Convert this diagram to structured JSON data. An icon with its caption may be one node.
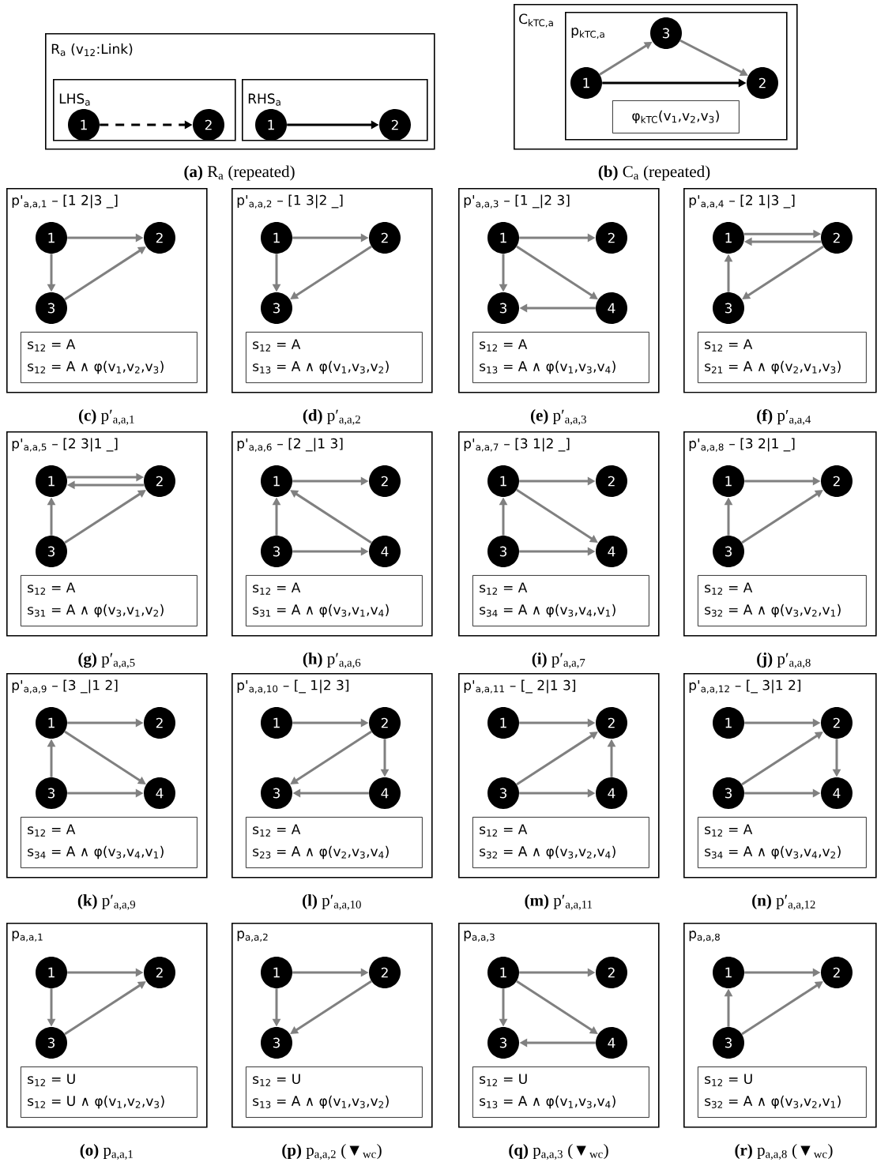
{
  "diagram": {
    "nodes": [
      {
        "text": [
          "R$_{a}$ (v$_{12}$:Link)"
        ],
        "beside": [
          "**(a)** R$_{a}$ (repeated)"
        ]
      },
      {
        "text": [
          "LHS$_{a}$"
        ],
        "in": 0
      },
      {
        "text": [
          "1"
        ],
        "in": 1
      },
      {
        "text": [
          "2"
        ],
        "in": 1
      },
      {
        "text": [
          "RHS$_{a}$"
        ],
        "in": 0
      },
      {
        "text": [
          "1"
        ],
        "in": 4
      },
      {
        "text": [
          "2"
        ],
        "in": 4
      },
      {
        "text": [
          "C$_{kTC,a}$"
        ],
        "beside": [
          "**(b)** C$_{a}$ (repeated)"
        ]
      },
      {
        "text": [
          "p$_{kTC,a}$"
        ],
        "in": 7
      },
      {
        "text": [
          "3"
        ],
        "in": 8
      },
      {
        "text": [
          "1"
        ],
        "in": 8
      },
      {
        "text": [
          "2"
        ],
        "in": 8
      },
      {
        "text": [
          "φ$_{kTC}$(v$_{1}$,v$_{2}$,v$_{3}$)"
        ],
        "in": 8
      },
      {
        "text": [
          "p'$_{a,a,1}$ – [1 2|3 _]"
        ],
        "beside": [
          "**(c)** p′$_{a,a,1}$"
        ]
      },
      {
        "text": [
          "1"
        ],
        "in": 13
      },
      {
        "text": [
          "2"
        ],
        "in": 13
      },
      {
        "text": [
          "3"
        ],
        "in": 13
      },
      {
        "text": [
          "s$_{12}$ = A",
          "s$_{12}$ = A ∧ φ(v$_{1}$,v$_{2}$,v$_{3}$)"
        ],
        "in": 13
      },
      {
        "text": [
          "p'$_{a,a,2}$ – [1 3|2 _]"
        ],
        "beside": [
          "**(d)** p′$_{a,a,2}$"
        ]
      },
      {
        "text": [
          "1"
        ],
        "in": 18
      },
      {
        "text": [
          "2"
        ],
        "in": 18
      },
      {
        "text": [
          "3"
        ],
        "in": 18
      },
      {
        "text": [
          "s$_{12}$ = A",
          "s$_{13}$ = A ∧ φ(v$_{1}$,v$_{3}$,v$_{2}$)"
        ],
        "in": 18
      },
      {
        "text": [
          "p'$_{a,a,3}$ – [1 _|2 3]"
        ],
        "beside": [
          "**(e)** p′$_{a,a,3}$"
        ]
      },
      {
        "text": [
          "1"
        ],
        "in": 23
      },
      {
        "text": [
          "2"
        ],
        "in": 23
      },
      {
        "text": [
          "3"
        ],
        "in": 23
      },
      {
        "text": [
          "4"
        ],
        "in": 23
      },
      {
        "text": [
          "s$_{12}$ = A",
          "s$_{13}$ = A ∧ φ(v$_{1}$,v$_{3}$,v$_{4}$)"
        ],
        "in": 23
      },
      {
        "text": [
          "p'$_{a,a,4}$ – [2 1|3 _]"
        ],
        "beside": [
          "**(f)** p′$_{a,a,4}$"
        ]
      },
      {
        "text": [
          "1"
        ],
        "in": 29
      },
      {
        "text": [
          "2"
        ],
        "in": 29
      },
      {
        "text": [
          "3"
        ],
        "in": 29
      },
      {
        "text": [
          "s$_{12}$ = A",
          "s$_{21}$ = A ∧ φ(v$_{2}$,v$_{1}$,v$_{3}$)"
        ],
        "in": 29
      },
      {
        "text": [
          "p'$_{a,a,5}$ – [2 3|1 _]"
        ],
        "beside": [
          "**(g)** p′$_{a,a,5}$"
        ]
      },
      {
        "text": [
          "1"
        ],
        "in": 34
      },
      {
        "text": [
          "2"
        ],
        "in": 34
      },
      {
        "text": [
          "3"
        ],
        "in": 34
      },
      {
        "text": [
          "s$_{12}$ = A",
          "s$_{31}$ = A ∧ φ(v$_{3}$,v$_{1}$,v$_{2}$)"
        ],
        "in": 34
      },
      {
        "text": [
          "p'$_{a,a,6}$ – [2 _|1 3]"
        ],
        "beside": [
          "**(h)** p′$_{a,a,6}$"
        ]
      },
      {
        "text": [
          "1"
        ],
        "in": 39
      },
      {
        "text": [
          "2"
        ],
        "in": 39
      },
      {
        "text": [
          "3"
        ],
        "in": 39
      },
      {
        "text": [
          "4"
        ],
        "in": 39
      },
      {
        "text": [
          "s$_{12}$ = A",
          "s$_{31}$ = A ∧ φ(v$_{3}$,v$_{1}$,v$_{4}$)"
        ],
        "in": 39
      },
      {
        "text": [
          "p'$_{a,a,7}$ – [3 1|2 _]"
        ],
        "beside": [
          "**(i)** p′$_{a,a,7}$"
        ]
      },
      {
        "text": [
          "1"
        ],
        "in": 45
      },
      {
        "text": [
          "2"
        ],
        "in": 45
      },
      {
        "text": [
          "3"
        ],
        "in": 45
      },
      {
        "text": [
          "4"
        ],
        "in": 45
      },
      {
        "text": [
          "s$_{12}$ = A",
          "s$_{34}$ = A ∧ φ(v$_{3}$,v$_{4}$,v$_{1}$)"
        ],
        "in": 45
      },
      {
        "text": [
          "p'$_{a,a,8}$ – [3 2|1 _]"
        ],
        "beside": [
          "**(j)** p′$_{a,a,8}$"
        ]
      },
      {
        "text": [
          "1"
        ],
        "in": 51
      },
      {
        "text": [
          "2"
        ],
        "in": 51
      },
      {
        "text": [
          "3"
        ],
        "in": 51
      },
      {
        "text": [
          "s$_{12}$ = A",
          "s$_{32}$ = A ∧ φ(v$_{3}$,v$_{2}$,v$_{1}$)"
        ],
        "in": 51
      },
      {
        "text": [
          "p'$_{a,a,9}$ – [3 _|1 2]"
        ],
        "beside": [
          "**(k)** p′$_{a,a,9}$"
        ]
      },
      {
        "text": [
          "1"
        ],
        "in": 56
      },
      {
        "text": [
          "2"
        ],
        "in": 56
      },
      {
        "text": [
          "3"
        ],
        "in": 56
      },
      {
        "text": [
          "4"
        ],
        "in": 56
      },
      {
        "text": [
          "s$_{12}$ = A",
          "s$_{34}$ = A ∧ φ(v$_{3}$,v$_{4}$,v$_{1}$)"
        ],
        "in": 56
      },
      {
        "text": [
          "p'$_{a,a,10}$ – [_ 1|2 3]"
        ],
        "beside": [
          "**(l)** p′$_{a,a,10}$"
        ]
      },
      {
        "text": [
          "1"
        ],
        "in": 62
      },
      {
        "text": [
          "2"
        ],
        "in": 62
      },
      {
        "text": [
          "3"
        ],
        "in": 62
      },
      {
        "text": [
          "4"
        ],
        "in": 62
      },
      {
        "text": [
          "s$_{12}$ = A",
          "s$_{23}$ = A ∧ φ(v$_{2}$,v$_{3}$,v$_{4}$)"
        ],
        "in": 62
      },
      {
        "text": [
          "p'$_{a,a,11}$ – [_ 2|1 3]"
        ],
        "beside": [
          "**(m)** p′$_{a,a,11}$"
        ]
      },
      {
        "text": [
          "1"
        ],
        "in": 68
      },
      {
        "text": [
          "2"
        ],
        "in": 68
      },
      {
        "text": [
          "3"
        ],
        "in": 68
      },
      {
        "text": [
          "4"
        ],
        "in": 68
      },
      {
        "text": [
          "s$_{12}$ = A",
          "s$_{32}$ = A ∧ φ(v$_{3}$,v$_{2}$,v$_{4}$)"
        ],
        "in": 68
      },
      {
        "text": [
          "p'$_{a,a,12}$ – [_ 3|1 2]"
        ],
        "beside": [
          "**(n)** p′$_{a,a,12}$"
        ]
      },
      {
        "text": [
          "1"
        ],
        "in": 74
      },
      {
        "text": [
          "2"
        ],
        "in": 74
      },
      {
        "text": [
          "3"
        ],
        "in": 74
      },
      {
        "text": [
          "4"
        ],
        "in": 74
      },
      {
        "text": [
          "s$_{12}$ = A",
          "s$_{34}$ = A ∧ φ(v$_{3}$,v$_{4}$,v$_{2}$)"
        ],
        "in": 74
      },
      {
        "text": [
          "p$_{a,a,1}$"
        ],
        "beside": [
          "**(o)** p$_{a,a,1}$"
        ]
      },
      {
        "text": [
          "1"
        ],
        "in": 80
      },
      {
        "text": [
          "2"
        ],
        "in": 80
      },
      {
        "text": [
          "3"
        ],
        "in": 80
      },
      {
        "text": [
          "s$_{12}$ = U",
          "s$_{12}$ = U ∧ φ(v$_{1}$,v$_{2}$,v$_{3}$)"
        ],
        "in": 80
      },
      {
        "text": [
          "p$_{a,a,2}$"
        ],
        "beside": [
          "**(p)** p$_{a,a,2}$ (▼$_{wc}$)"
        ]
      },
      {
        "text": [
          "1"
        ],
        "in": 85
      },
      {
        "text": [
          "2"
        ],
        "in": 85
      },
      {
        "text": [
          "3"
        ],
        "in": 85
      },
      {
        "text": [
          "s$_{12}$ = U",
          "s$_{13}$ = A ∧ φ(v$_{1}$,v$_{3}$,v$_{2}$)"
        ],
        "in": 85
      },
      {
        "text": [
          "p$_{a,a,3}$"
        ],
        "beside": [
          "**(q)** p$_{a,a,3}$ (▼$_{wc}$)"
        ]
      },
      {
        "text": [
          "1"
        ],
        "in": 90
      },
      {
        "text": [
          "2"
        ],
        "in": 90
      },
      {
        "text": [
          "3"
        ],
        "in": 90
      },
      {
        "text": [
          "4"
        ],
        "in": 90
      },
      {
        "text": [
          "s$_{12}$ = U",
          "s$_{13}$ = A ∧ φ(v$_{1}$,v$_{3}$,v$_{4}$)"
        ],
        "in": 90
      },
      {
        "text": [
          "p$_{a,a,8}$"
        ],
        "beside": [
          "**(r)** p$_{a,a,8}$ (▼$_{wc}$)"
        ]
      },
      {
        "text": [
          "1"
        ],
        "in": 96
      },
      {
        "text": [
          "2"
        ],
        "in": 96
      },
      {
        "text": [
          "3"
        ],
        "in": 96
      },
      {
        "text": [
          "s$_{12}$ = U",
          "s$_{32}$ = A ∧ φ(v$_{3}$,v$_{2}$,v$_{1}$)"
        ],
        "in": 96
      }
    ],
    "edges": [
      {
        "from": 2,
        "to": 3,
        "arrow": "to",
        "style": "dashed",
        "color": "#000000"
      },
      {
        "from": 5,
        "to": 6,
        "arrow": "to",
        "color": "#000000"
      },
      {
        "from": 10,
        "to": 9,
        "arrow": "to"
      },
      {
        "from": 9,
        "to": 11,
        "arrow": "to"
      },
      {
        "from": 10,
        "to": 11,
        "arrow": "to",
        "color": "#000000"
      },
      {
        "from": 14,
        "to": 15,
        "arrow": "to"
      },
      {
        "from": 14,
        "to": 16,
        "arrow": "to"
      },
      {
        "from": 16,
        "to": 15,
        "arrow": "to"
      },
      {
        "from": 19,
        "to": 20,
        "arrow": "to"
      },
      {
        "from": 19,
        "to": 21,
        "arrow": "to"
      },
      {
        "from": 20,
        "to": 21,
        "arrow": "to"
      },
      {
        "from": 24,
        "to": 25,
        "arrow": "to"
      },
      {
        "from": 24,
        "to": 26,
        "arrow": "to"
      },
      {
        "from": 24,
        "to": 27,
        "arrow": "to"
      },
      {
        "from": 27,
        "to": 26,
        "arrow": "to"
      },
      {
        "from": 30,
        "to": 31,
        "arrow": "to"
      },
      {
        "from": 31,
        "to": 30,
        "arrow": "to"
      },
      {
        "from": 31,
        "to": 32,
        "arrow": "to"
      },
      {
        "from": 32,
        "to": 30,
        "arrow": "to"
      },
      {
        "from": 35,
        "to": 36,
        "arrow": "to"
      },
      {
        "from": 36,
        "to": 35,
        "arrow": "to"
      },
      {
        "from": 37,
        "to": 35,
        "arrow": "to"
      },
      {
        "from": 37,
        "to": 36,
        "arrow": "to"
      },
      {
        "from": 40,
        "to": 41,
        "arrow": "to"
      },
      {
        "from": 42,
        "to": 40,
        "arrow": "to"
      },
      {
        "from": 43,
        "to": 40,
        "arrow": "to"
      },
      {
        "from": 42,
        "to": 43,
        "arrow": "to"
      },
      {
        "from": 46,
        "to": 47,
        "arrow": "to"
      },
      {
        "from": 48,
        "to": 46,
        "arrow": "to"
      },
      {
        "from": 46,
        "to": 49,
        "arrow": "to"
      },
      {
        "from": 48,
        "to": 49,
        "arrow": "to"
      },
      {
        "from": 52,
        "to": 53,
        "arrow": "to"
      },
      {
        "from": 54,
        "to": 52,
        "arrow": "to"
      },
      {
        "from": 54,
        "to": 53,
        "arrow": "to"
      },
      {
        "from": 57,
        "to": 58,
        "arrow": "to"
      },
      {
        "from": 59,
        "to": 57,
        "arrow": "to"
      },
      {
        "from": 57,
        "to": 60,
        "arrow": "to"
      },
      {
        "from": 59,
        "to": 60,
        "arrow": "to"
      },
      {
        "from": 63,
        "to": 64,
        "arrow": "to"
      },
      {
        "from": 64,
        "to": 65,
        "arrow": "to"
      },
      {
        "from": 64,
        "to": 66,
        "arrow": "to"
      },
      {
        "from": 66,
        "to": 65,
        "arrow": "to"
      },
      {
        "from": 69,
        "to": 70,
        "arrow": "to"
      },
      {
        "from": 71,
        "to": 70,
        "arrow": "to"
      },
      {
        "from": 72,
        "to": 70,
        "arrow": "to"
      },
      {
        "from": 71,
        "to": 72,
        "arrow": "to"
      },
      {
        "from": 75,
        "to": 76,
        "arrow": "to"
      },
      {
        "from": 77,
        "to": 76,
        "arrow": "to"
      },
      {
        "from": 77,
        "to": 78,
        "arrow": "to"
      },
      {
        "from": 76,
        "to": 78,
        "arrow": "to"
      },
      {
        "from": 81,
        "to": 82,
        "arrow": "to"
      },
      {
        "from": 81,
        "to": 83,
        "arrow": "to"
      },
      {
        "from": 83,
        "to": 82,
        "arrow": "to"
      },
      {
        "from": 86,
        "to": 87,
        "arrow": "to"
      },
      {
        "from": 86,
        "to": 88,
        "arrow": "to"
      },
      {
        "from": 87,
        "to": 88,
        "arrow": "to"
      },
      {
        "from": 91,
        "to": 92,
        "arrow": "to"
      },
      {
        "from": 91,
        "to": 93,
        "arrow": "to"
      },
      {
        "from": 91,
        "to": 94,
        "arrow": "to"
      },
      {
        "from": 94,
        "to": 93,
        "arrow": "to"
      },
      {
        "from": 97,
        "to": 98,
        "arrow": "to"
      },
      {
        "from": 99,
        "to": 97,
        "arrow": "to"
      },
      {
        "from": 99,
        "to": 98,
        "arrow": "to"
      }
    ]
  }
}
